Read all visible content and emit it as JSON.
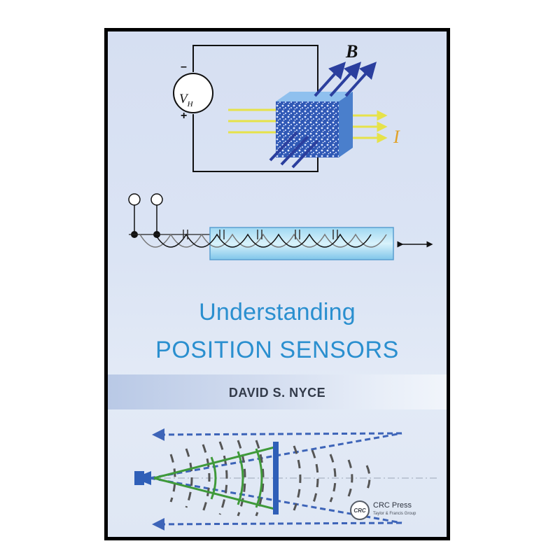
{
  "book": {
    "title_line1": "Understanding",
    "title_line2": "POSITION SENSORS",
    "author": "DAVID S. NYCE",
    "publisher": "CRC Press",
    "publisher_group": "Taylor & Francis Group",
    "publisher_logo_text": "CRC"
  },
  "illustration": {
    "hall_voltage_symbol": "V",
    "hall_voltage_subscript": "H",
    "magnetic_field_symbol": "B",
    "current_symbol": "I",
    "minus_sign": "–",
    "plus_sign": "+"
  },
  "colors": {
    "title_blue": "#2a8fcf",
    "arrow_blue": "#2b3f9e",
    "current_yellow": "#e6e24a",
    "element_blue": "#3b73c9",
    "author_gray": "#333b4a"
  }
}
